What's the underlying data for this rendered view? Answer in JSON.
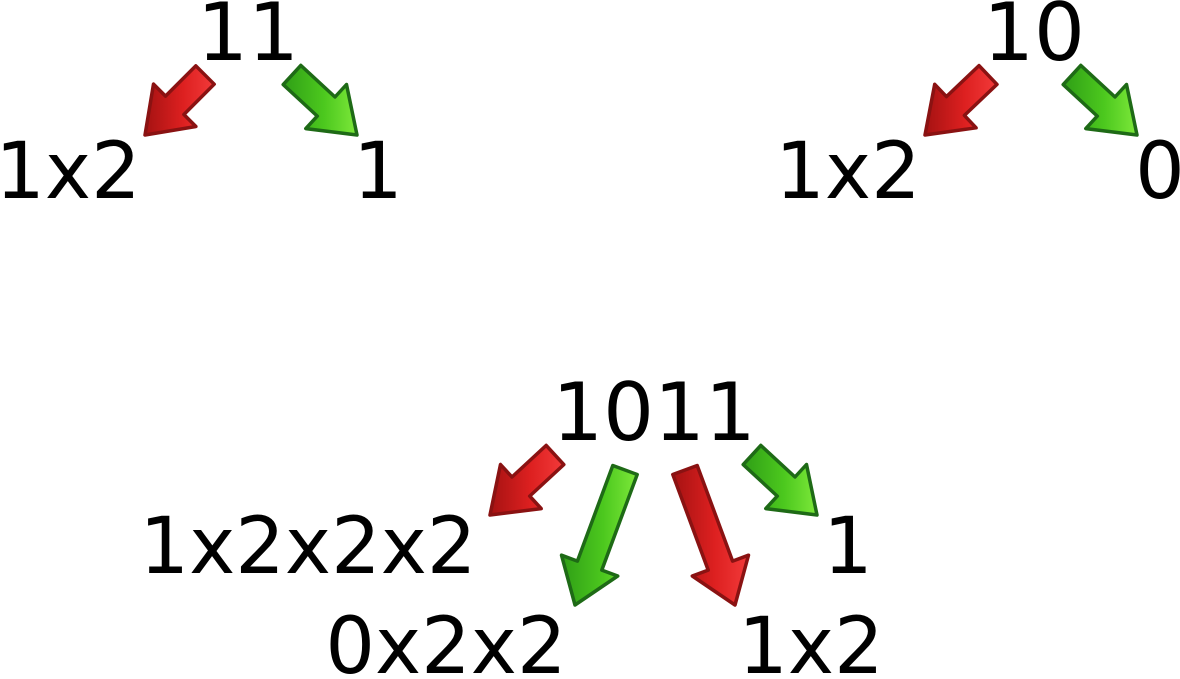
{
  "colors": {
    "red_fill": "#d81e1e",
    "red_stroke": "#8a1212",
    "green_fill": "#47c41c",
    "green_stroke": "#1e6a16",
    "text": "#000000"
  },
  "trees": [
    {
      "root": "11",
      "children": [
        {
          "text": "1x2",
          "arrow_color": "red"
        },
        {
          "text": "1",
          "arrow_color": "green"
        }
      ]
    },
    {
      "root": "10",
      "children": [
        {
          "text": "1x2",
          "arrow_color": "red"
        },
        {
          "text": "0",
          "arrow_color": "green"
        }
      ]
    },
    {
      "root": "1011",
      "children": [
        {
          "text": "1x2x2x2",
          "arrow_color": "red"
        },
        {
          "text": "0x2x2",
          "arrow_color": "green"
        },
        {
          "text": "1x2",
          "arrow_color": "red"
        },
        {
          "text": "1",
          "arrow_color": "green"
        }
      ]
    }
  ]
}
